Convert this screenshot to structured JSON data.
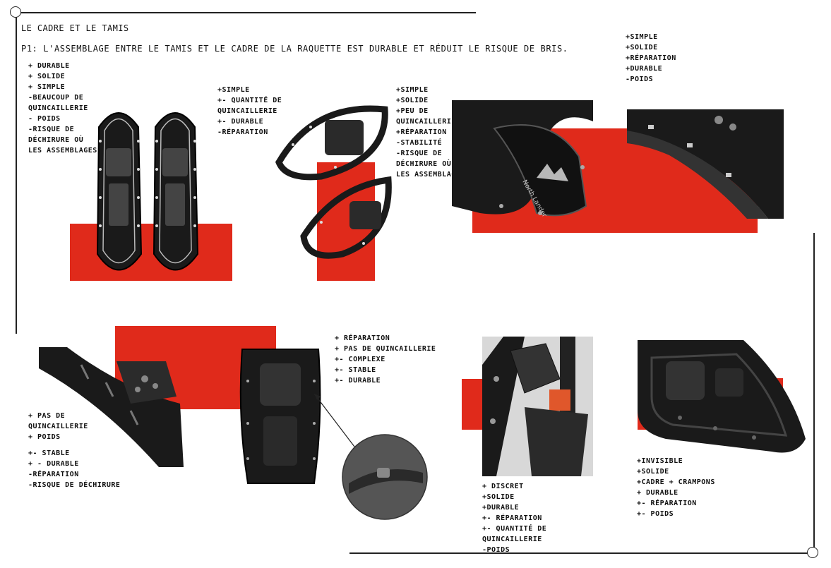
{
  "title": "LE CADRE ET LE TAMIS",
  "subtitle": "P1: L'ASSEMBLAGE ENTRE LE TAMIS ET LE CADRE DE LA RAQUETTE EST DURABLE ET RÉDUIT LE RISQUE DE BRIS.",
  "notes": {
    "n1": [
      "+ DURABLE",
      "+ SOLIDE",
      "+ SIMPLE",
      "-BEAUCOUP DE",
      "QUINCAILLERIE",
      "- POIDS",
      "-RISQUE DE",
      "DÉCHIRURE OÙ",
      "LES ASSEMBLAGES"
    ],
    "n2": [
      "+SIMPLE",
      "+- QUANTITÉ DE",
      "   QUINCAILLERIE",
      "+- DURABLE",
      " -RÉPARATION"
    ],
    "n3": [
      "+SIMPLE",
      "+SOLIDE",
      "+PEU DE",
      "QUINCAILLERIE",
      "+RÉPARATION",
      "-STABILITÉ",
      "-RISQUE DE",
      "DÉCHIRURE OÙ",
      "LES ASSEMBLAGES"
    ],
    "n4": [
      "+SIMPLE",
      "+SOLIDE",
      "+RÉPARATION",
      "+DURABLE",
      "-POIDS"
    ],
    "n5": [
      "+ RÉPARATION",
      "+ PAS DE QUINCAILLERIE",
      "+- COMPLEXE",
      "+- STABLE",
      "+- DURABLE"
    ],
    "n6": [
      "+ PAS DE",
      "QUINCAILLERIE",
      "+ POIDS",
      "",
      "+- STABLE",
      "+ - DURABLE",
      "-RÉPARATION",
      "-RISQUE DE DÉCHIRURE"
    ],
    "n7": [
      "+ DISCRET",
      "+SOLIDE",
      "+DURABLE",
      "+- RÉPARATION",
      "+- QUANTITÉ DE",
      "   QUINCAILLERIE",
      " -POIDS"
    ],
    "n8": [
      "+INVISIBLE",
      "+SOLIDE",
      "+CADRE + CRAMPONS",
      "+ DURABLE",
      "+- RÉPARATION",
      "+- POIDS"
    ]
  },
  "brand_text": "North Lander",
  "colors": {
    "accent": "#e02a1b",
    "ink": "#111111",
    "photo": "#1a1a1a"
  }
}
